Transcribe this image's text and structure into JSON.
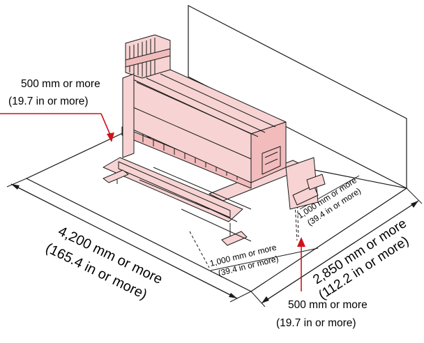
{
  "labels": {
    "left_clearance_mm": "500 mm or more",
    "left_clearance_in": "(19.7 in or more)",
    "bottom_clearance_mm": "500 mm or more",
    "bottom_clearance_in": "(19.7 in or more)",
    "width_mm": "4,200 mm or more",
    "width_in": "(165.4 in or more)",
    "depth_mm": "2,850 mm or more",
    "depth_in": "(112.2 in or more)",
    "front_clearance_mm": "1,000 mm or more",
    "front_clearance_in": "(39.4 in or more)",
    "right_clearance_mm": "1,000 mm or more",
    "right_clearance_in": "(39.4 in or more)"
  },
  "colors": {
    "printer_body": "#f7d3d3",
    "printer_shade": "#f2bcbc",
    "arrow": "#d0121b"
  }
}
